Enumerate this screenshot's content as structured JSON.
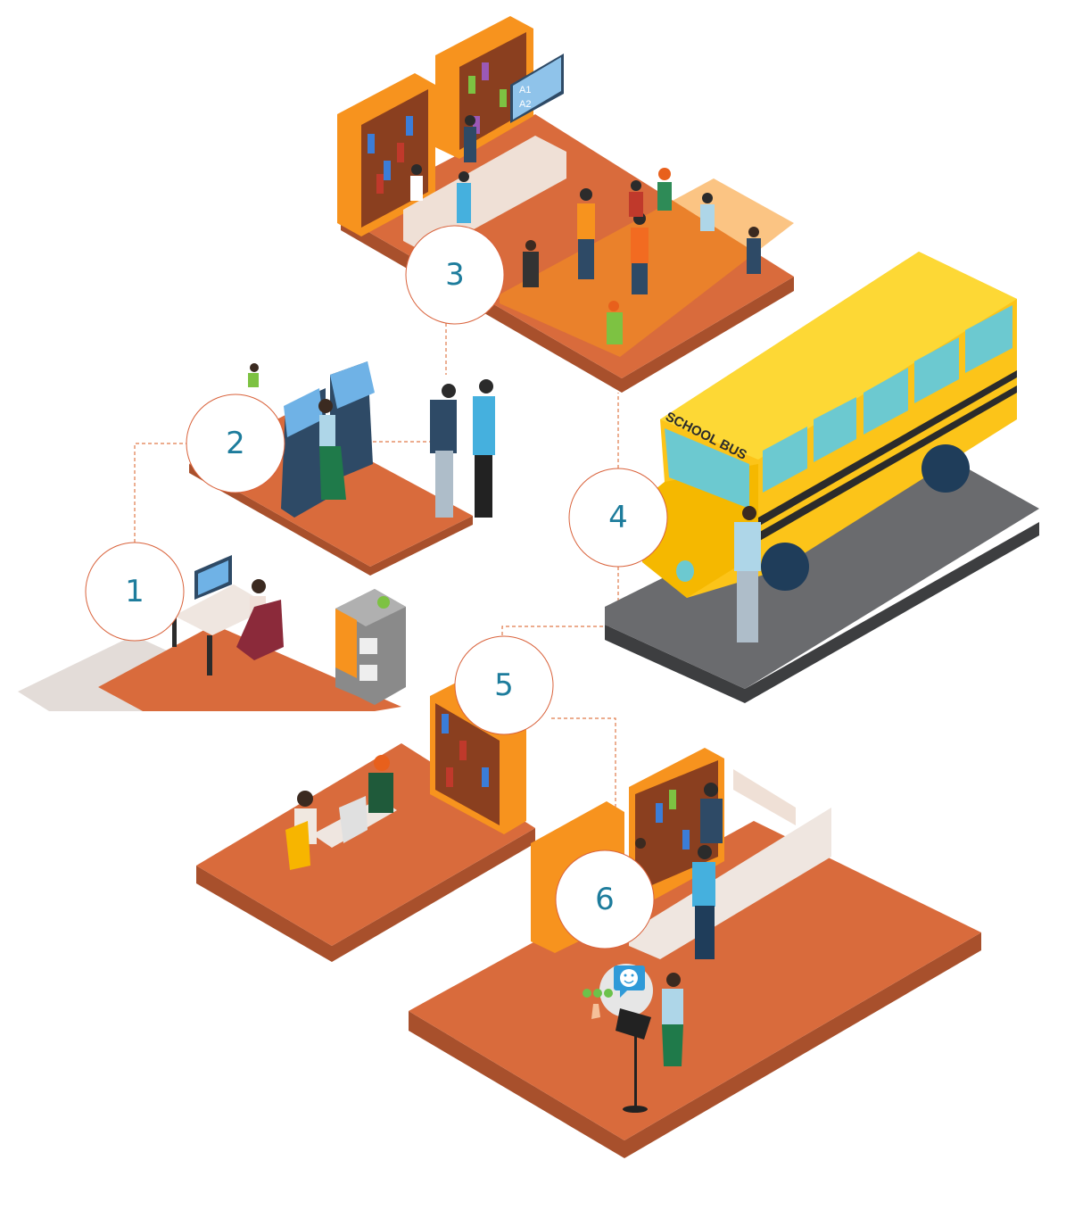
{
  "steps": [
    {
      "label": "1"
    },
    {
      "label": "2"
    },
    {
      "label": "3"
    },
    {
      "label": "4"
    },
    {
      "label": "5"
    },
    {
      "label": "6"
    }
  ],
  "bus": {
    "text": "SCHOOL BUS"
  },
  "screen": {
    "line1": "A1",
    "line2": "A2"
  },
  "icons": [
    "smiley-chat-bubble-icon",
    "rating-stars-icon"
  ],
  "colors": {
    "floor_top": "#d96b3c",
    "floor_side": "#a8502c",
    "bookshelf": "#f7931e",
    "bus": "#fcc419",
    "bus_window": "#6cc9d0",
    "number": "#1d7c9c",
    "circle_stroke": "#d9623b",
    "connector": "#e07a4a"
  }
}
